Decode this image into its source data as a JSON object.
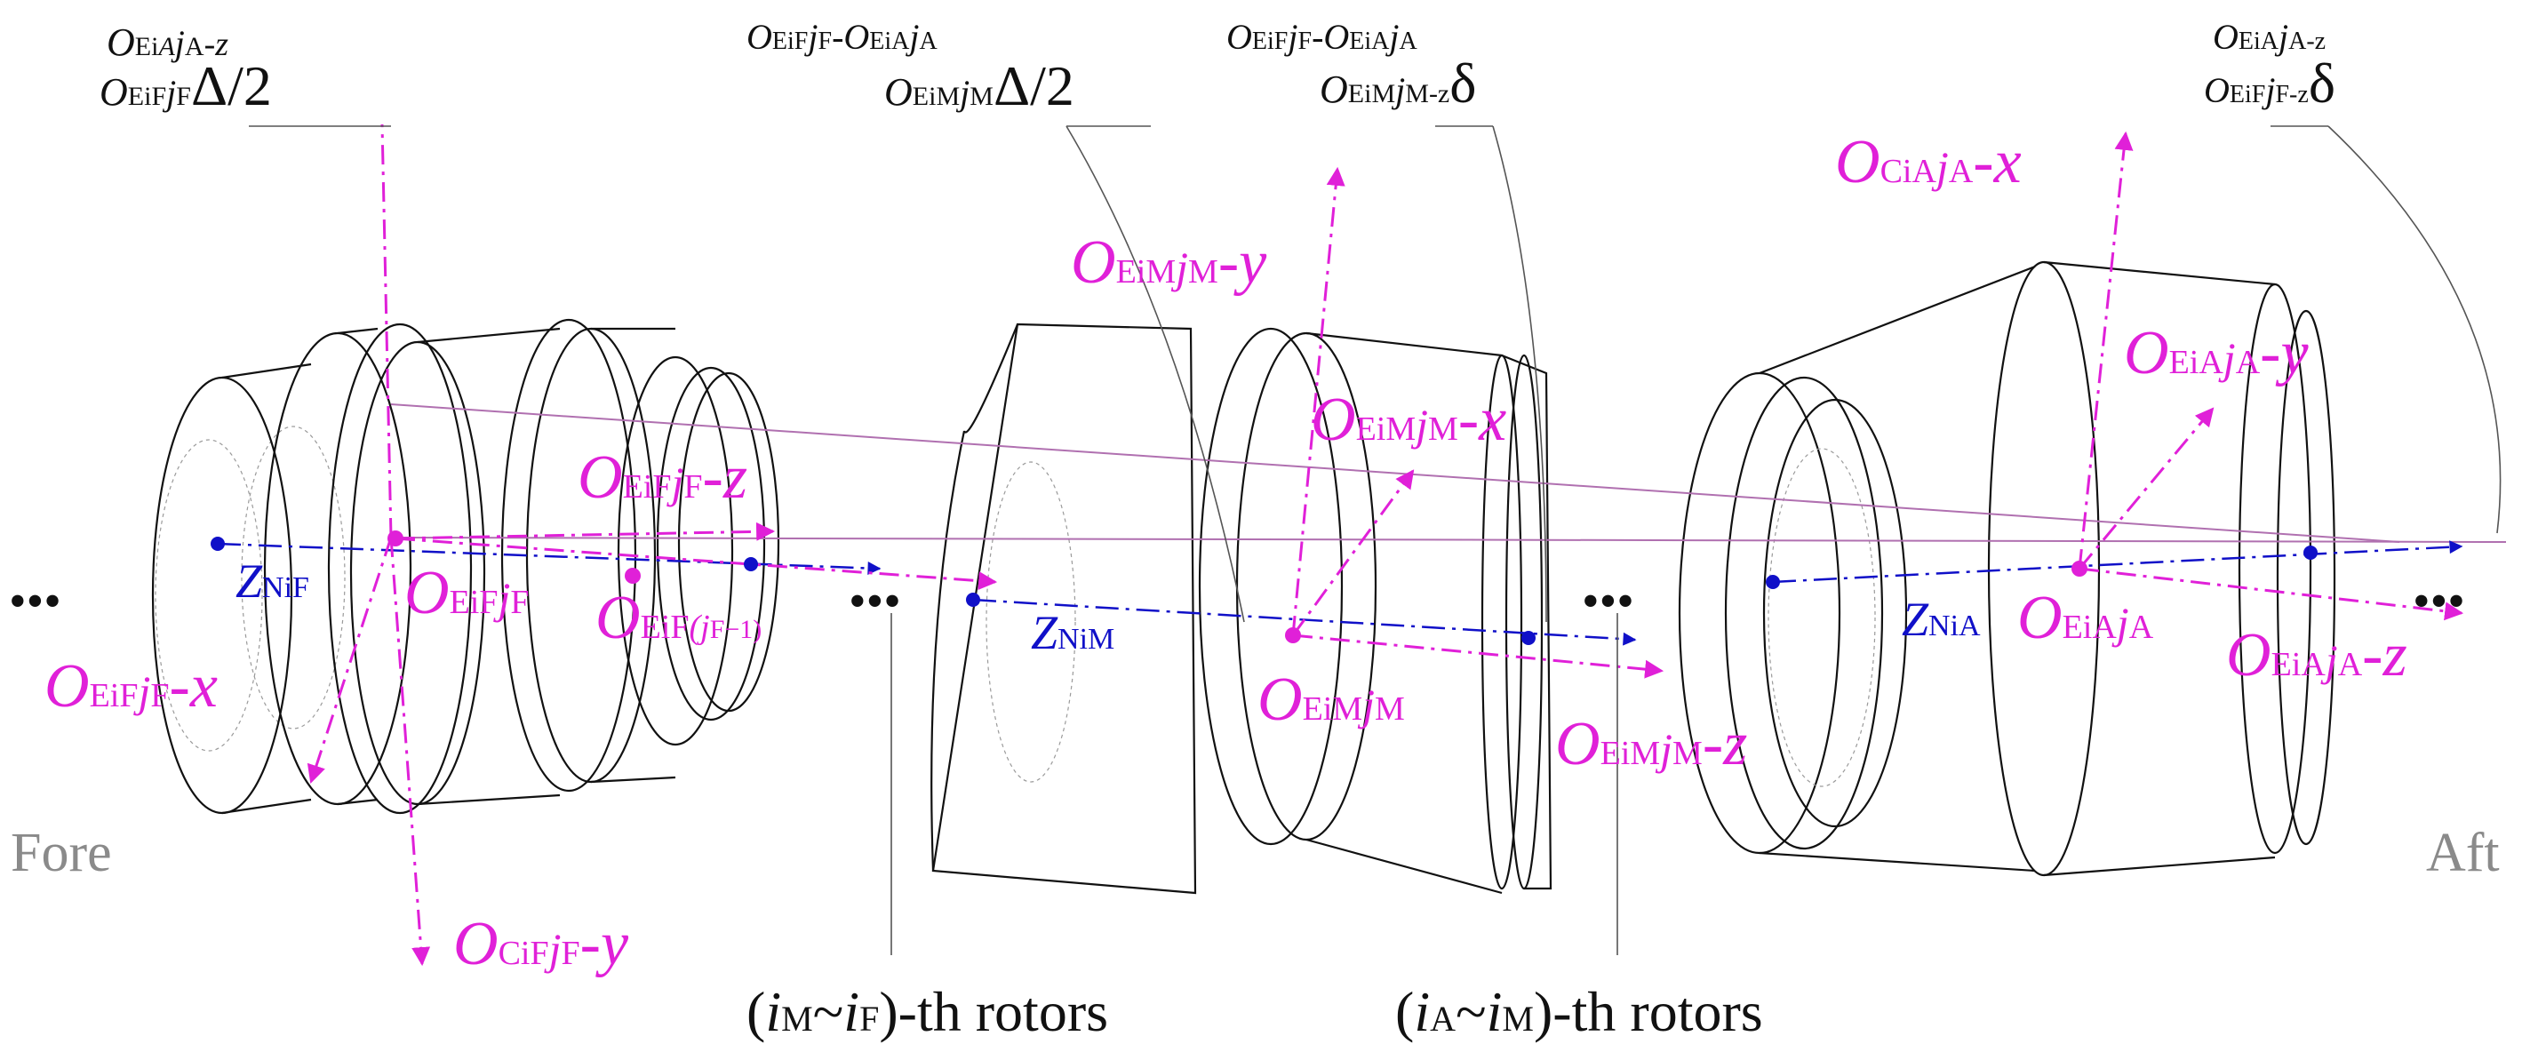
{
  "labels": {
    "fore": "Fore",
    "aft": "Aft",
    "ellipsis": "•••",
    "rotors_mf": {
      "open": "(",
      "i1": "i",
      "s1": "M",
      "tilde": "~",
      "i2": "i",
      "s2": "F",
      "close": ")-th rotors"
    },
    "rotors_am": {
      "open": "(",
      "i1": "i",
      "s1": "A",
      "tilde": "~",
      "i2": "i",
      "s2": "M",
      "close": ")-th rotors"
    }
  },
  "annotations": {
    "fore_delta": {
      "line1": {
        "o": "O",
        "sub": "Ei",
        "i1": "A",
        "j": "j",
        "i2": "A",
        "tail": "-z"
      },
      "line2": {
        "o": "O",
        "sub": "Ei",
        "i1": "F",
        "j": "j",
        "i2": "F",
        "tail": "Δ/2"
      }
    },
    "mid_delta": {
      "line1": {
        "o": "O",
        "sub": "Ei",
        "i1": "F",
        "j": "j",
        "i2": "F",
        "dash": "-",
        "o2": "O",
        "sub2": "Ei",
        "i3": "A",
        "j2": "j",
        "i4": "A"
      },
      "line2": {
        "o": "O",
        "sub": "Ei",
        "i1": "M",
        "j": "j",
        "i2": "M",
        "tail": "Δ/2"
      }
    },
    "mid_delta2": {
      "line1": {
        "o": "O",
        "sub": "Ei",
        "i1": "F",
        "j": "j",
        "i2": "F",
        "dash": "-",
        "o2": "O",
        "sub2": "Ei",
        "i3": "A",
        "j2": "j",
        "i4": "A"
      },
      "line2": {
        "o": "O",
        "sub": "Ei",
        "i1": "M",
        "j": "j",
        "i2": "M-z",
        "tail": "δ"
      }
    },
    "aft_delta": {
      "line1": {
        "o": "O",
        "sub": "Ei",
        "i1": "A",
        "j": "j",
        "i2": "A-z"
      },
      "line2": {
        "o": "O",
        "sub": "Ei",
        "i1": "F",
        "j": "j",
        "i2": "F-z",
        "tail": "δ"
      }
    }
  },
  "frames": {
    "ci_a_x": {
      "o": "O",
      "sub": "Ci",
      "i1": "A",
      "j": "j",
      "i2": "A",
      "axis": "-x"
    },
    "ei_m_y": {
      "o": "O",
      "sub": "Ei",
      "i1": "M",
      "j": "j",
      "i2": "M",
      "axis": "-y"
    },
    "ei_a_y": {
      "o": "O",
      "sub": "Ei",
      "i1": "A",
      "j": "j",
      "i2": "A",
      "axis": "-y"
    },
    "ei_m_x": {
      "o": "O",
      "sub": "Ei",
      "i1": "M",
      "j": "j",
      "i2": "M",
      "axis": "-x"
    },
    "ei_f_z": {
      "o": "O",
      "sub": "Ei",
      "i1": "F",
      "j": "j",
      "i2": "F",
      "axis": "-z"
    },
    "ei_f": {
      "o": "O",
      "sub": "Ei",
      "i1": "F",
      "j": "j",
      "i2": "F"
    },
    "ei_f_prev": {
      "o": "O",
      "sub": "Ei",
      "i1": "F",
      "j": "(j",
      "i2": "F−1)"
    },
    "ei_f_x": {
      "o": "O",
      "sub": "Ei",
      "i1": "F",
      "j": "j",
      "i2": "F",
      "axis": "-x"
    },
    "ei_m": {
      "o": "O",
      "sub": "Ei",
      "i1": "M",
      "j": "j",
      "i2": "M"
    },
    "ei_m_z": {
      "o": "O",
      "sub": "Ei",
      "i1": "M",
      "j": "j",
      "i2": "M",
      "axis": "-z"
    },
    "ei_a": {
      "o": "O",
      "sub": "Ei",
      "i1": "A",
      "j": "j",
      "i2": "A"
    },
    "ei_a_z": {
      "o": "O",
      "sub": "Ei",
      "i1": "A",
      "j": "j",
      "i2": "A",
      "axis": "-z"
    },
    "ci_f_y": {
      "o": "O",
      "sub": "Ci",
      "i1": "F",
      "j": "j",
      "i2": "F",
      "axis": "-y"
    }
  },
  "axes": {
    "z_nf": {
      "z": "Z",
      "sub": "Ni",
      "i": "F"
    },
    "z_nm": {
      "z": "Z",
      "sub": "Ni",
      "i": "M"
    },
    "z_na": {
      "z": "Z",
      "sub": "Ni",
      "i": "A"
    }
  },
  "colors": {
    "frame": "#e020d8",
    "axis": "#1010c8",
    "line": "#111111",
    "muted": "#8a8a8a"
  }
}
